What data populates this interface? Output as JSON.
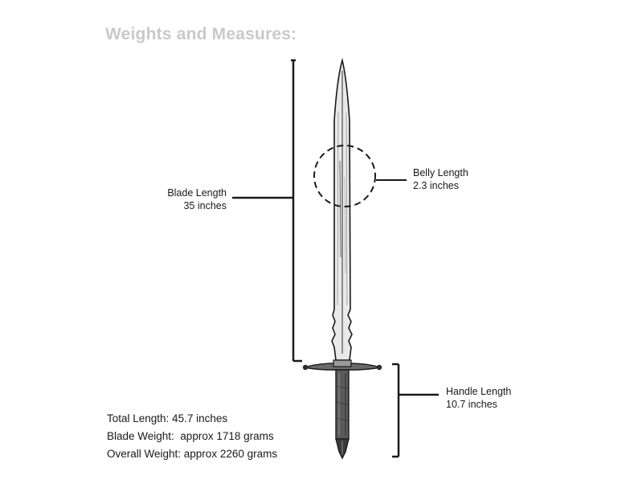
{
  "title": "Weights and Measures:",
  "callouts": {
    "blade_length": {
      "label": "Blade Length",
      "value": "35 inches"
    },
    "belly_length": {
      "label": "Belly Length",
      "value": "2.3 inches"
    },
    "handle_length": {
      "label": "Handle Length",
      "value": "10.7 inches"
    }
  },
  "stats": {
    "total_length": "Total Length: 45.7 inches",
    "blade_weight": "Blade Weight:  approx 1718 grams",
    "overall_weight": "Overall Weight: approx 2260 grams"
  },
  "colors": {
    "title": "#c9c9c9",
    "ink": "#1a1a1a",
    "blade_fill": "#e9e9e9"
  },
  "icons": [
    "sword-illustration",
    "dashed-circle-marker",
    "bracket-lines"
  ]
}
